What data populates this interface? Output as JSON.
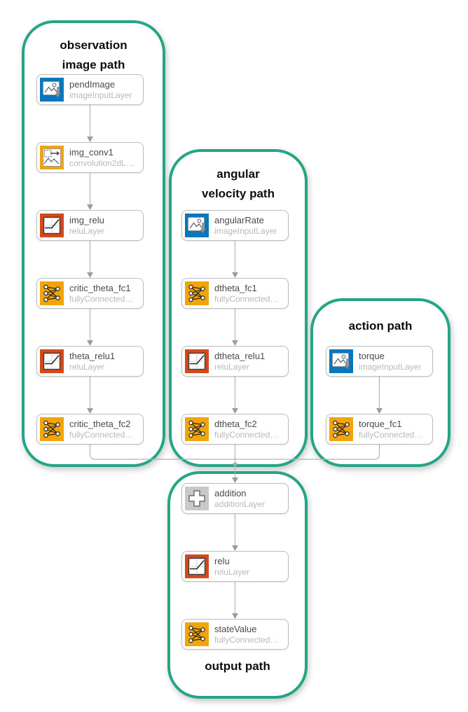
{
  "diagram": {
    "kind": "neural-network-layer-graph"
  },
  "colors": {
    "group_border": "#23A586",
    "node_border": "#BDBDBD",
    "connector_line": "#B3B3B3",
    "connector_arrow": "#9C9C9C",
    "image_input_icon_bg": "#0C76BD",
    "convolution_icon_bg": "#F1A50A",
    "fully_connected_icon_bg": "#F1A50A",
    "relu_icon_bg": "#D24A1B",
    "addition_icon_bg": "#C9C9C9"
  },
  "groups": [
    {
      "title_lines": [
        "observation",
        "image path"
      ],
      "nodes": [
        {
          "name": "pendImage",
          "type": "imageInputLayer",
          "icon": "image-input-icon"
        },
        {
          "name": "img_conv1",
          "type": "convolution2dL…",
          "icon": "convolution2d-icon"
        },
        {
          "name": "img_relu",
          "type": "reluLayer",
          "icon": "relu-icon"
        },
        {
          "name": "critic_theta_fc1",
          "type": "fullyConnected…",
          "icon": "fully-connected-icon"
        },
        {
          "name": "theta_relu1",
          "type": "reluLayer",
          "icon": "relu-icon"
        },
        {
          "name": "critic_theta_fc2",
          "type": "fullyConnected…",
          "icon": "fully-connected-icon"
        }
      ]
    },
    {
      "title_lines": [
        "angular",
        "velocity path"
      ],
      "nodes": [
        {
          "name": "angularRate",
          "type": "imageInputLayer",
          "icon": "image-input-icon"
        },
        {
          "name": "dtheta_fc1",
          "type": "fullyConnected…",
          "icon": "fully-connected-icon"
        },
        {
          "name": "dtheta_relu1",
          "type": "reluLayer",
          "icon": "relu-icon"
        },
        {
          "name": "dtheta_fc2",
          "type": "fullyConnected…",
          "icon": "fully-connected-icon"
        }
      ]
    },
    {
      "title_lines": [
        "action path"
      ],
      "nodes": [
        {
          "name": "torque",
          "type": "imageInputLayer",
          "icon": "image-input-icon"
        },
        {
          "name": "torque_fc1",
          "type": "fullyConnected…",
          "icon": "fully-connected-icon"
        }
      ]
    },
    {
      "title_lines": [
        "output path"
      ],
      "nodes": [
        {
          "name": "addition",
          "type": "additionLayer",
          "icon": "addition-icon"
        },
        {
          "name": "relu",
          "type": "reluLayer",
          "icon": "relu-icon"
        },
        {
          "name": "stateValue",
          "type": "fullyConnected…",
          "icon": "fully-connected-icon"
        }
      ]
    }
  ]
}
